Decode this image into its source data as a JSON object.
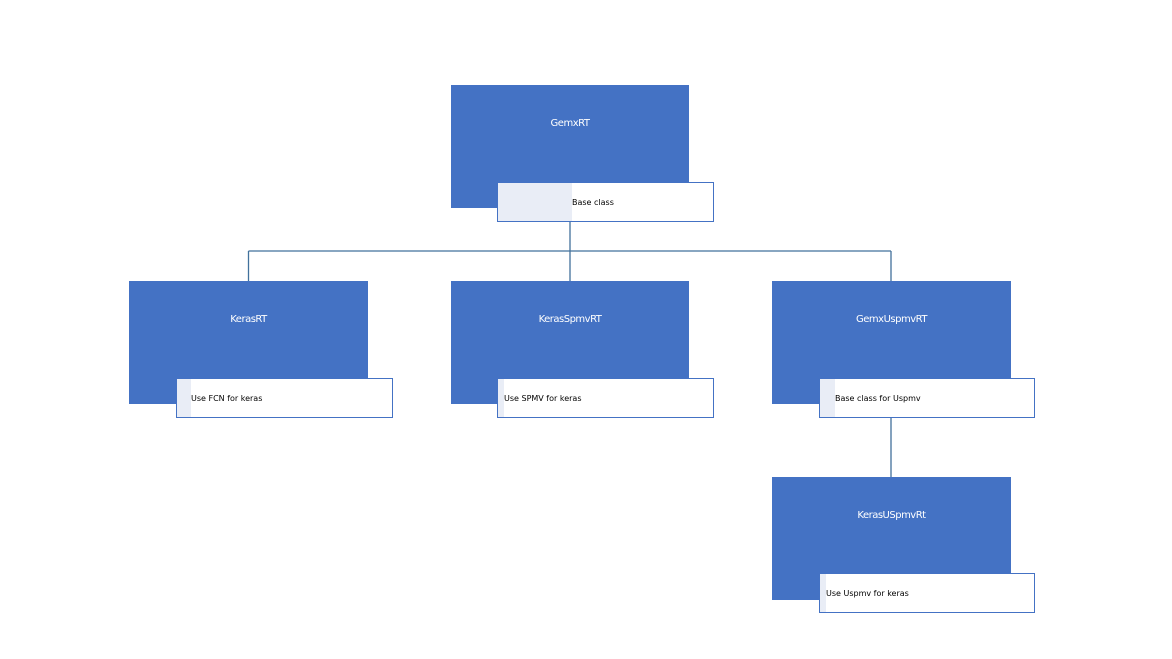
{
  "diagram": {
    "type": "class-hierarchy",
    "colors": {
      "node_fill": "#4472c4",
      "node_text": "#ffffff",
      "connector": "#41719c",
      "note_border": "#4472c4",
      "note_fill": "#ffffff",
      "note_text": "#000000"
    },
    "nodes": {
      "root": {
        "title": "GemxRT",
        "note": "Base class"
      },
      "kerasrt": {
        "title": "KerasRT",
        "note": "Use FCN for keras",
        "parent": "GemxRT"
      },
      "kerasspmv": {
        "title": "KerasSpmvRT",
        "note": "Use SPMV for keras",
        "parent": "GemxRT"
      },
      "gemxuspmv": {
        "title": "GemxUspmvRT",
        "note": "Base class for Uspmv",
        "parent": "GemxRT"
      },
      "kerasuspmv": {
        "title": "KerasUSpmvRt",
        "note": "Use Uspmv for keras",
        "parent": "GemxUspmvRT"
      }
    }
  }
}
